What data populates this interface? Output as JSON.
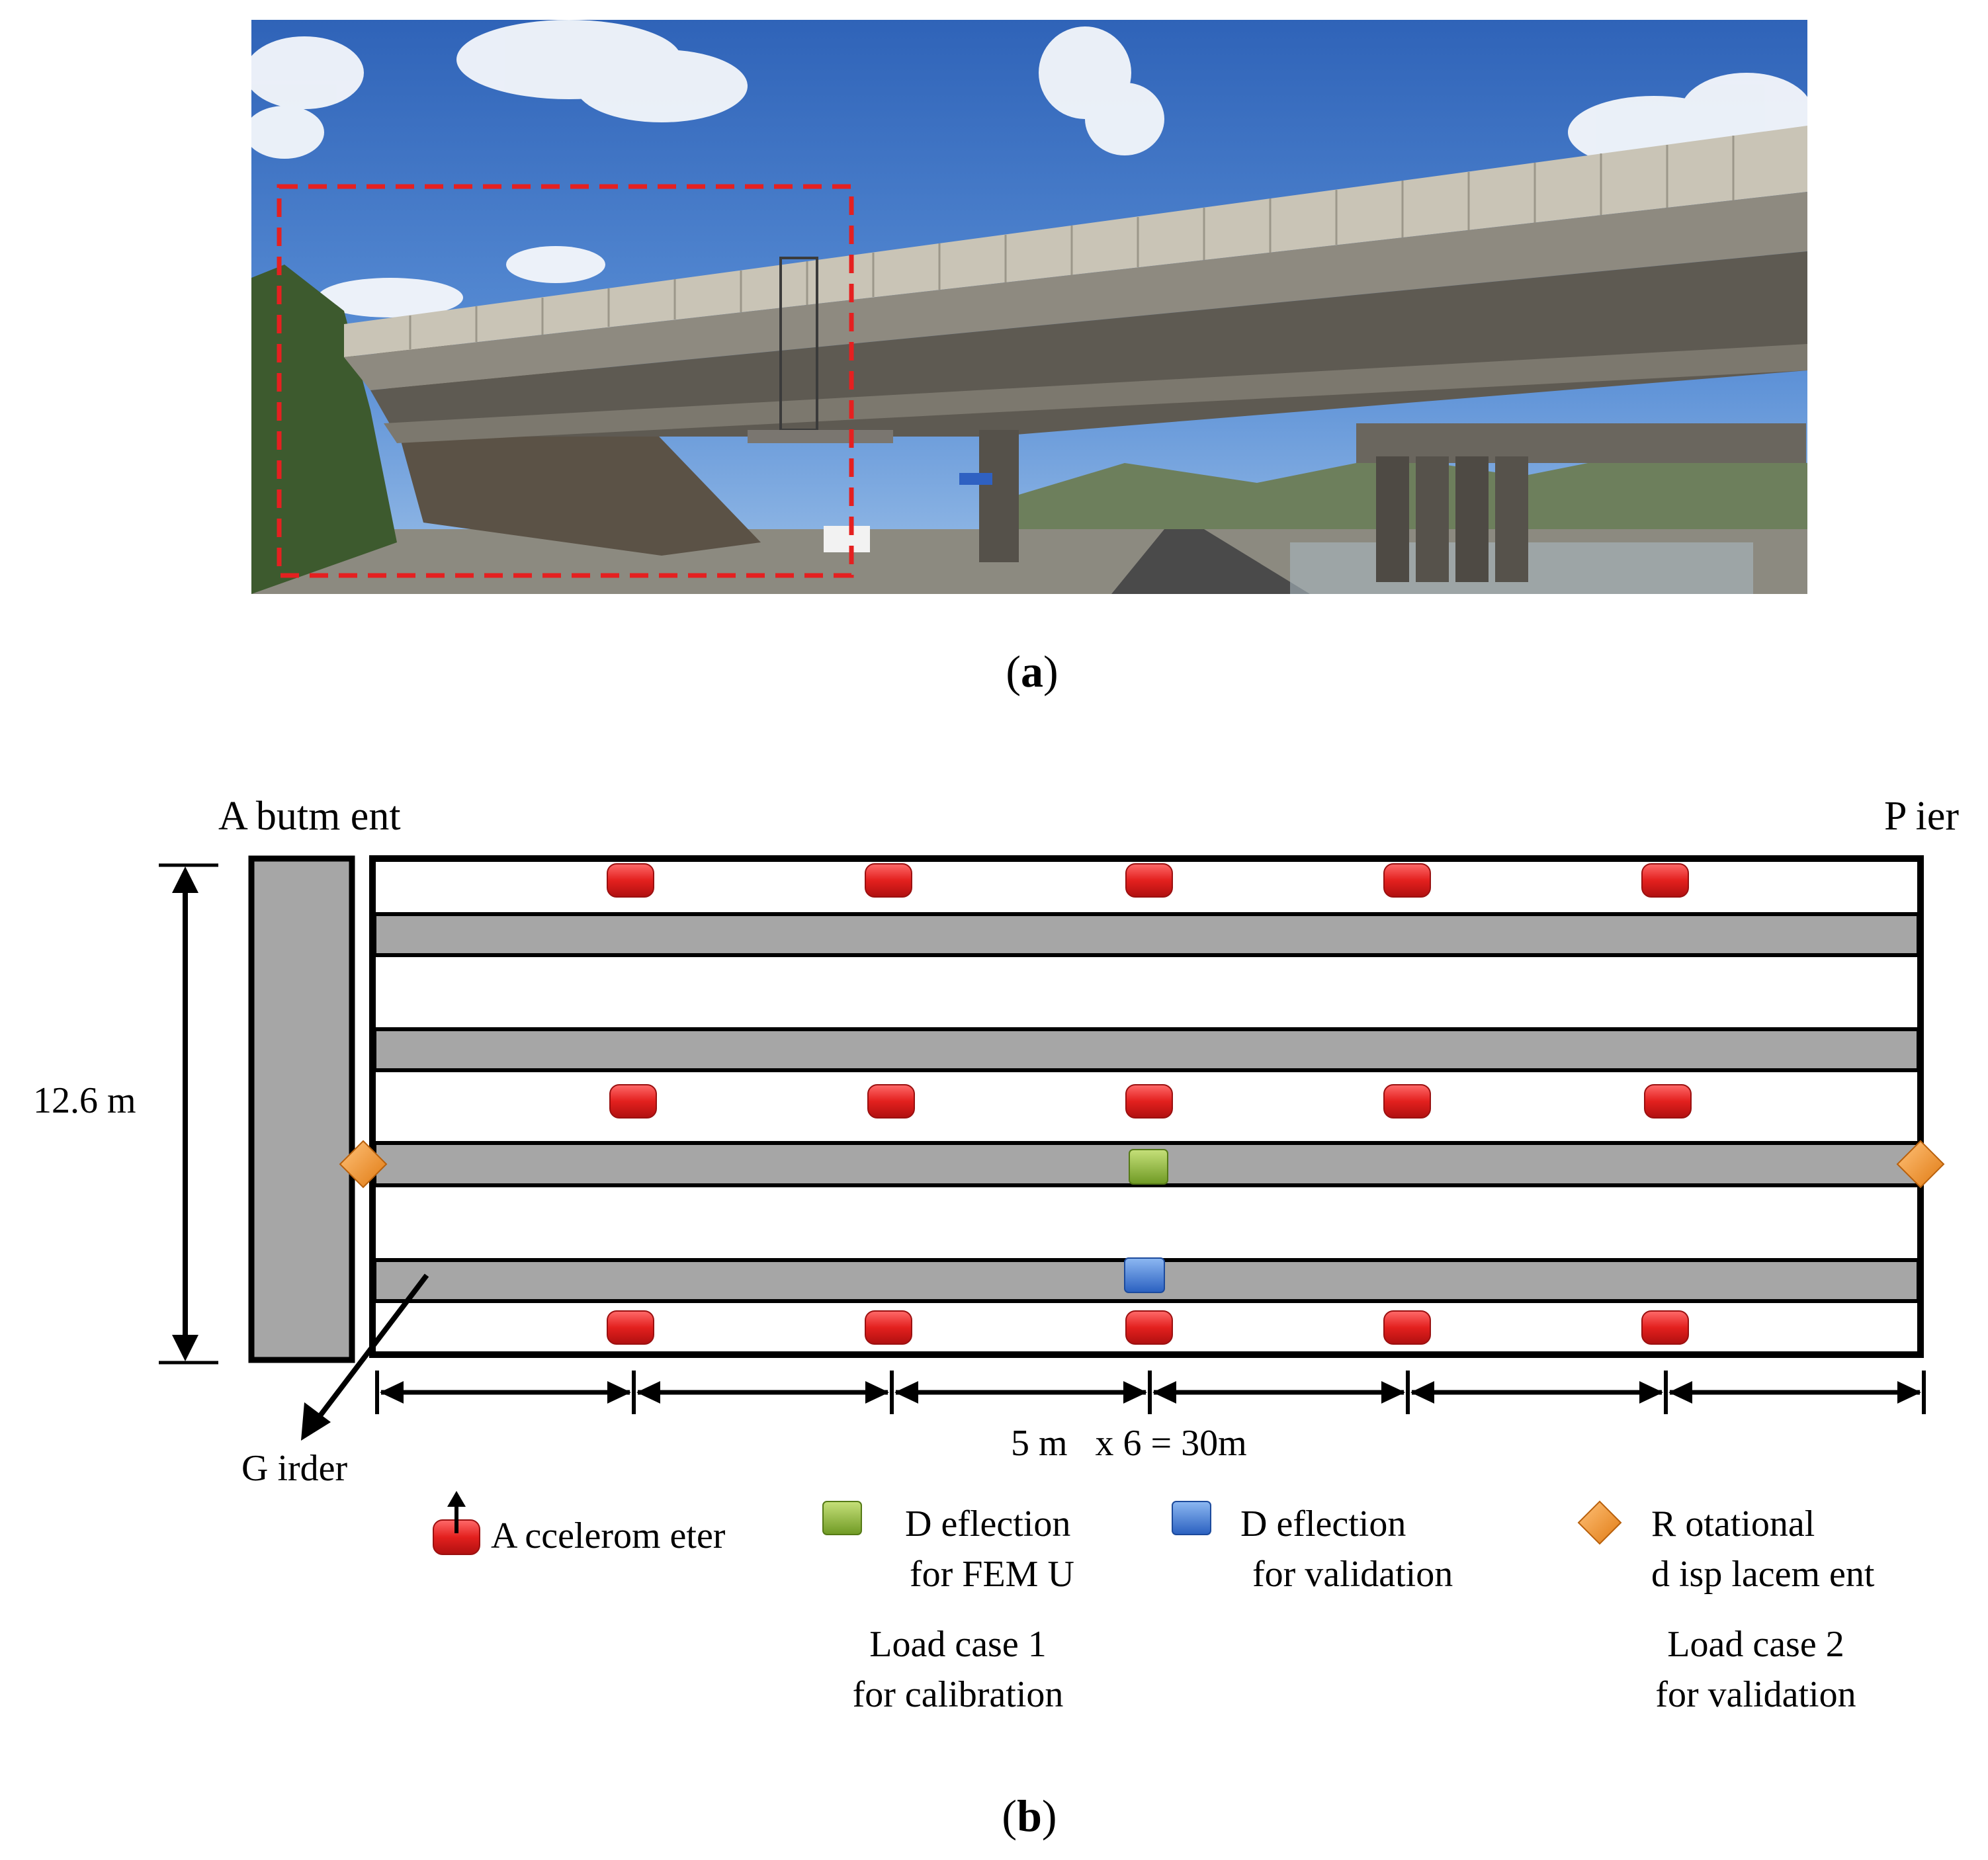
{
  "panel_a": {
    "caption_open": "(",
    "caption_letter": "a",
    "caption_close": ")"
  },
  "panel_b": {
    "caption_open": "(",
    "caption_letter": "b",
    "caption_close": ")",
    "label_abutment": "A butm ent",
    "label_pier": "P ier",
    "label_width": "12.6 m",
    "label_span": "5 m   x 6 = 30m",
    "label_girder": "G irder",
    "legend": {
      "accelerometer": "A ccelerom eter",
      "deflection_fem_line1": "D eflection",
      "deflection_fem_line2": "for FEM U",
      "deflection_val_line1": "D eflection",
      "deflection_val_line2": "for validation",
      "rotational_line1": "R otational",
      "rotational_line2": "d isp lacem ent",
      "load_case1_line1": "Load case 1",
      "load_case1_line2": "for calibration",
      "load_case2_line1": "Load case 2",
      "load_case2_line2": "for validation"
    }
  },
  "colors": {
    "accelerometer": "#e0201e",
    "deflection_fem": "#8db33a",
    "deflection_validation": "#3b78d4",
    "rotational": "#f0962a",
    "girder_gray": "#a6a6a6",
    "dashed_box": "#e52020"
  }
}
